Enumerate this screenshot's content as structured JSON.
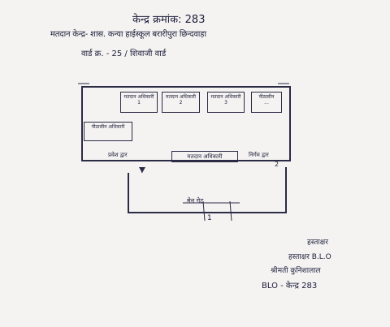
{
  "header": {
    "line1": "केन्द्र क्रमांक: 283",
    "line2": "मतदान केन्द्र- शास. कन्या हाईस्कूल बरारीपुरा छिन्दवाड़ा",
    "line3": "वार्ड क्र. - 25 / शिवाजी वार्ड"
  },
  "layout": {
    "booths": [
      {
        "label": "मतदान अधिकारी",
        "num": "1"
      },
      {
        "label": "मतदान अधिकारी",
        "num": "2"
      },
      {
        "label": "मतदान अधिकारी",
        "num": "3"
      },
      {
        "label": "पीठासीन",
        "num": "..."
      }
    ],
    "presiding": "पीठासीन अधिकारी",
    "entry": "प्रवेश द्वार",
    "center_box": "मतदान अधिकारी",
    "exit": "निर्गम द्वार",
    "gate": "मेन गेट",
    "gate_num": "1",
    "corner_num": "2"
  },
  "signature": {
    "sign": "हस्ताक्षर",
    "line1": "हस्ताक्षर B.L.O",
    "line2": "श्रीमती कुनिशालाल",
    "line3": "BLO - केन्द्र 283"
  },
  "colors": {
    "ink": "#1c1c3a",
    "paper": "#f4f3f1"
  }
}
